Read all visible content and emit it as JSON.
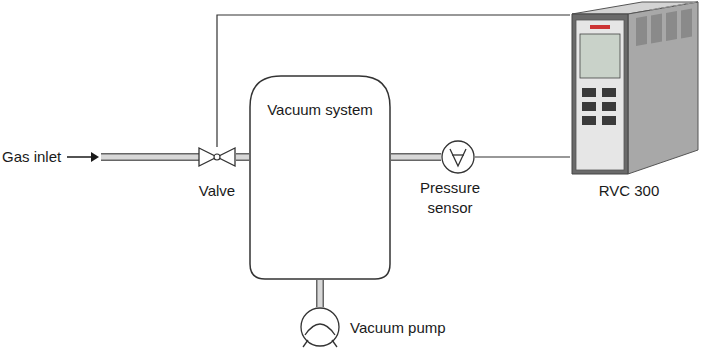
{
  "diagram": {
    "nodes": [
      {
        "text": [
          "Valve"
        ]
      },
      {
        "text": [
          "Vacuum system"
        ]
      },
      {
        "text": [
          "Pressure sensor"
        ]
      },
      {
        "text": [
          "RVC 300"
        ]
      },
      {
        "text": [
          "Vacuum pump"
        ]
      }
    ],
    "edges": [
      {
        "from": 0,
        "to": 1,
        "arrow": "none"
      },
      {
        "from": 1,
        "to": 2,
        "arrow": "none"
      },
      {
        "from": 1,
        "to": 4,
        "arrow": "none"
      },
      {
        "from": 0,
        "to": 3,
        "arrow": "none"
      },
      {
        "from": 2,
        "to": 3,
        "arrow": "none"
      }
    ],
    "labels": [
      "Gas inlet"
    ]
  }
}
